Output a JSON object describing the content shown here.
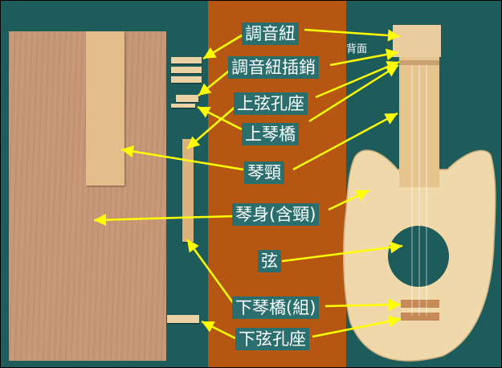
{
  "labels": {
    "tuning_peg": "調音紐",
    "back": "背面",
    "tuning_peg_pin": "調音紐插銷",
    "upper_string_hole_seat": "上弦孔座",
    "upper_bridge": "上琴橋",
    "neck": "琴頸",
    "body_with_neck": "琴身(含頸)",
    "string": "弦",
    "lower_bridge_set": "下琴橋(組)",
    "lower_string_hole_seat": "下弦孔座"
  },
  "colors": {
    "background": "#1d5c5a",
    "stripe": "#b55613",
    "arrow": "#ffff00",
    "label_bg": "#2b6e6e",
    "label_text": "#ffffff"
  }
}
